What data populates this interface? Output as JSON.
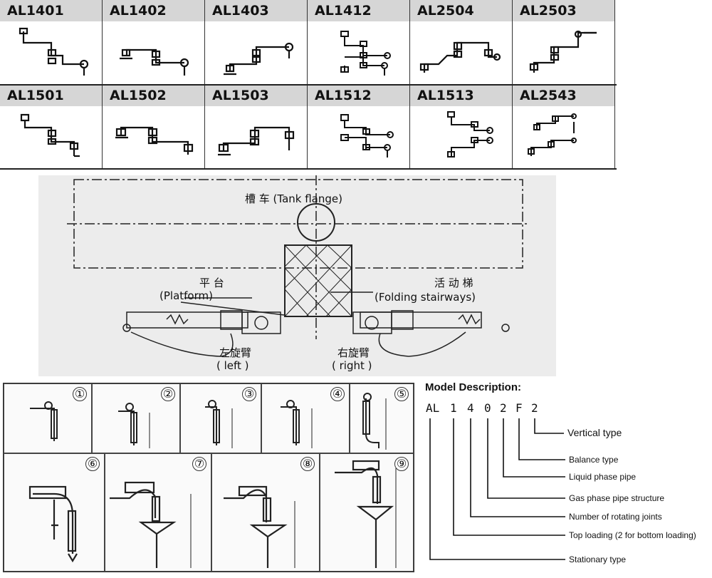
{
  "models_row1": [
    "AL1401",
    "AL1402",
    "AL1403",
    "AL1412",
    "AL2504",
    "AL2503"
  ],
  "models_row2": [
    "AL1501",
    "AL1502",
    "AL1503",
    "AL1512",
    "AL1513",
    "AL2543"
  ],
  "layout": {
    "tank_flange": "槽 车 (Tank flange)",
    "platform_cn": "平 台",
    "platform_en": "(Platform)",
    "stairs": "活 动 梯",
    "stairs_en": "(Folding stairways)",
    "left_cn": "左旋臂",
    "left_en": "( left )",
    "right_cn": "右旋臂",
    "right_en": "( right )"
  },
  "options": [
    "①",
    "②",
    "③",
    "④",
    "⑤",
    "⑥",
    "⑦",
    "⑧",
    "⑨"
  ],
  "model_description": {
    "title": "Model Description:",
    "code": [
      "AL",
      "1",
      "4",
      "0",
      "2",
      "F",
      "2"
    ],
    "items": [
      "Vertical type",
      "Balance type",
      "Liquid phase pipe",
      "Gas phase pipe structure",
      "Number of rotating joints",
      "Top loading (2 for bottom loading)",
      "Stationary type"
    ]
  }
}
